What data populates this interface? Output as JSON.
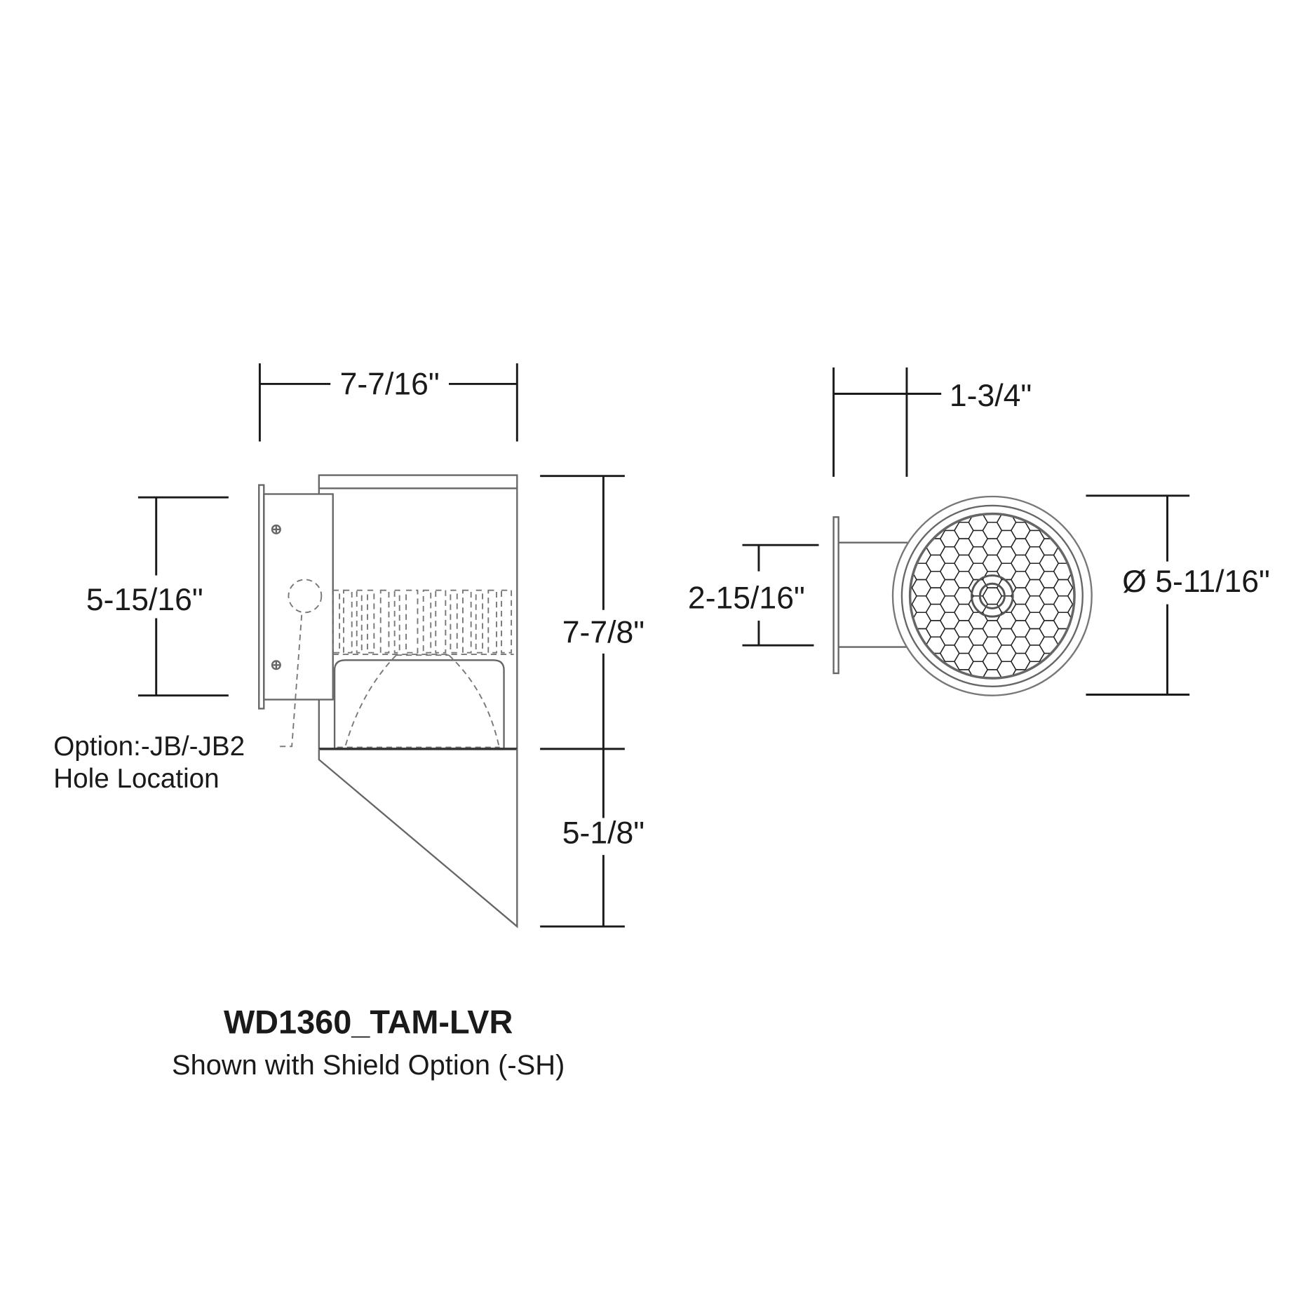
{
  "side_view": {
    "width_dim": "7-7/16\"",
    "backplate_height_dim": "5-15/16\"",
    "housing_height_dim": "7-7/8\"",
    "shield_height_dim": "5-1/8\"",
    "note_line1": "Option:-JB/-JB2",
    "note_line2": "Hole Location"
  },
  "front_view": {
    "depth_dim": "1-3/4\"",
    "arm_height_dim": "2-15/16\"",
    "diameter_dim": "Ø 5-11/16\""
  },
  "caption": {
    "model": "WD1360_TAM-LVR",
    "subtitle": "Shown with Shield Option (-SH)"
  },
  "colors": {
    "line": "#666666",
    "dimension": "#1a1a1a"
  }
}
